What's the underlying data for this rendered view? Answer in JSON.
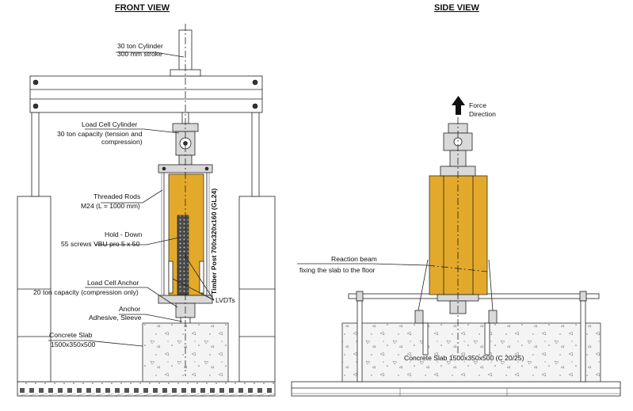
{
  "colors": {
    "timber": "#e3a92a",
    "steel": "#d9d9d9",
    "concrete": "#f4f4f4",
    "ink": "#111111"
  },
  "front_view": {
    "title": "FRONT VIEW",
    "cylinder": {
      "line1": "30 ton Cylinder",
      "line2": "300 mm stroke"
    },
    "load_cell_cylinder": {
      "line1": "Load Cell Cylinder",
      "line2": "30 ton capacity (tension and",
      "line3": "compression)"
    },
    "threaded_rods": {
      "line1": "Threaded Rods",
      "line2": "M24 (L = 1000 mm)"
    },
    "hold_down": {
      "line1": "Hold - Down",
      "line2": "55 screws VBU pro 5 x 50"
    },
    "load_cell_anchor": {
      "line1": "Load Cell Anchor",
      "line2": "20 ton capacity (compression only)"
    },
    "anchor": {
      "line1": "Anchor",
      "line2": "Adhesive, Sleeve"
    },
    "concrete_slab": {
      "line1": "Concrete Slab",
      "line2": "1500x350x500"
    },
    "timber_post": "Timber Post 700x320x160 (GL24)",
    "lvdts": "LVDTs"
  },
  "side_view": {
    "title": "SIDE VIEW",
    "force": {
      "line1": "Force",
      "line2": "Direction"
    },
    "reaction_beam": {
      "line1": "Reaction beam",
      "line2": "fixing the slab to the floor"
    },
    "concrete_slab": "Concrete Slab 1500x350x500 (C 20/25)"
  }
}
